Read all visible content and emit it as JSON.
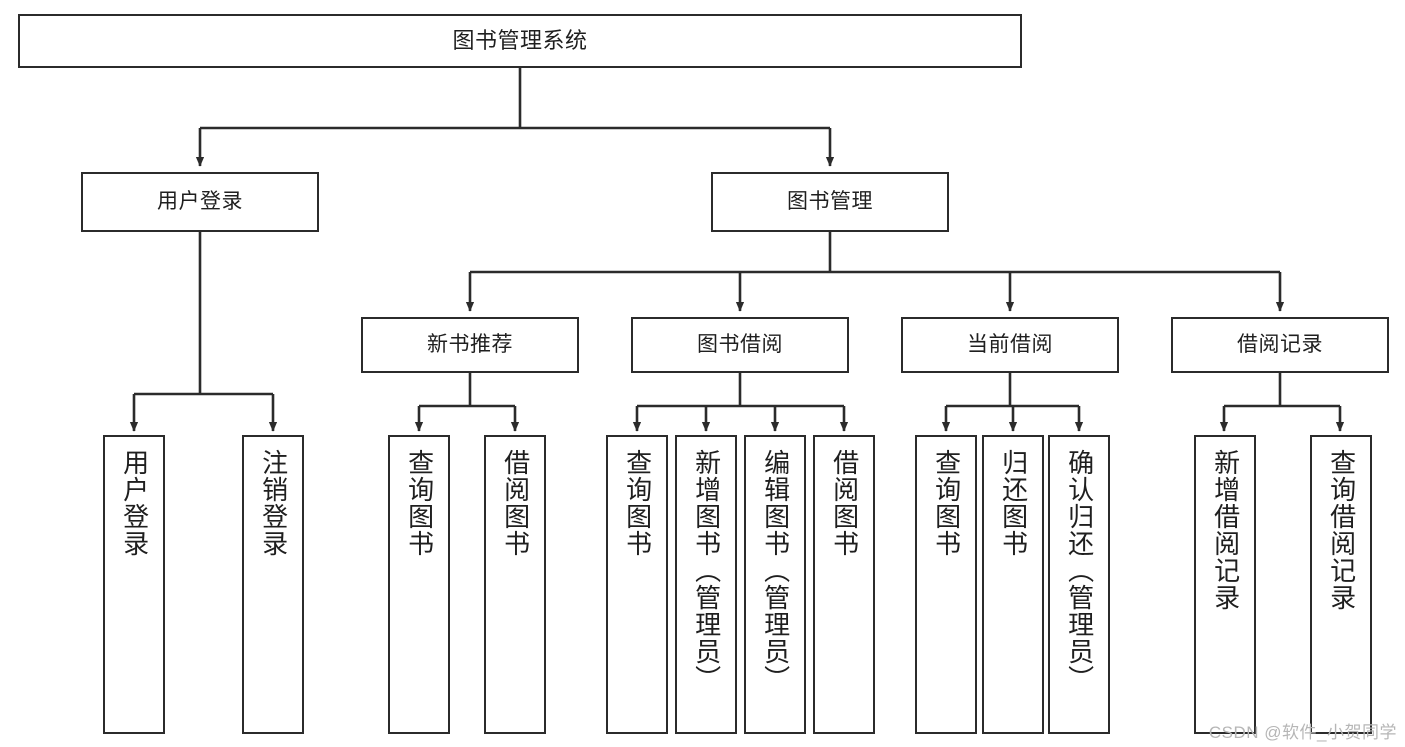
{
  "diagram": {
    "title": "图书管理系统",
    "watermark": "CSDN @软件_小贺同学",
    "colors": {
      "box_border": "#2b2b2b",
      "box_fill": "#ffffff",
      "edge": "#2b2b2b",
      "background": "#ffffff",
      "watermark": "#b6b6b6"
    },
    "nodes": {
      "root": {
        "label": "图书管理系统"
      },
      "level2": [
        {
          "label": "用户登录"
        },
        {
          "label": "图书管理"
        }
      ],
      "level3": [
        {
          "label": "新书推荐"
        },
        {
          "label": "图书借阅"
        },
        {
          "label": "当前借阅"
        },
        {
          "label": "借阅记录"
        }
      ],
      "leaves": [
        {
          "label": "用户登录"
        },
        {
          "label": "注销登录"
        },
        {
          "label": "查询图书"
        },
        {
          "label": "借阅图书"
        },
        {
          "label": "查询图书"
        },
        {
          "label": "新增图书（管理员）"
        },
        {
          "label": "编辑图书（管理员）"
        },
        {
          "label": "借阅图书"
        },
        {
          "label": "查询图书"
        },
        {
          "label": "归还图书"
        },
        {
          "label": "确认归还（管理员）"
        },
        {
          "label": "新增借阅记录"
        },
        {
          "label": "查询借阅记录"
        }
      ]
    }
  }
}
